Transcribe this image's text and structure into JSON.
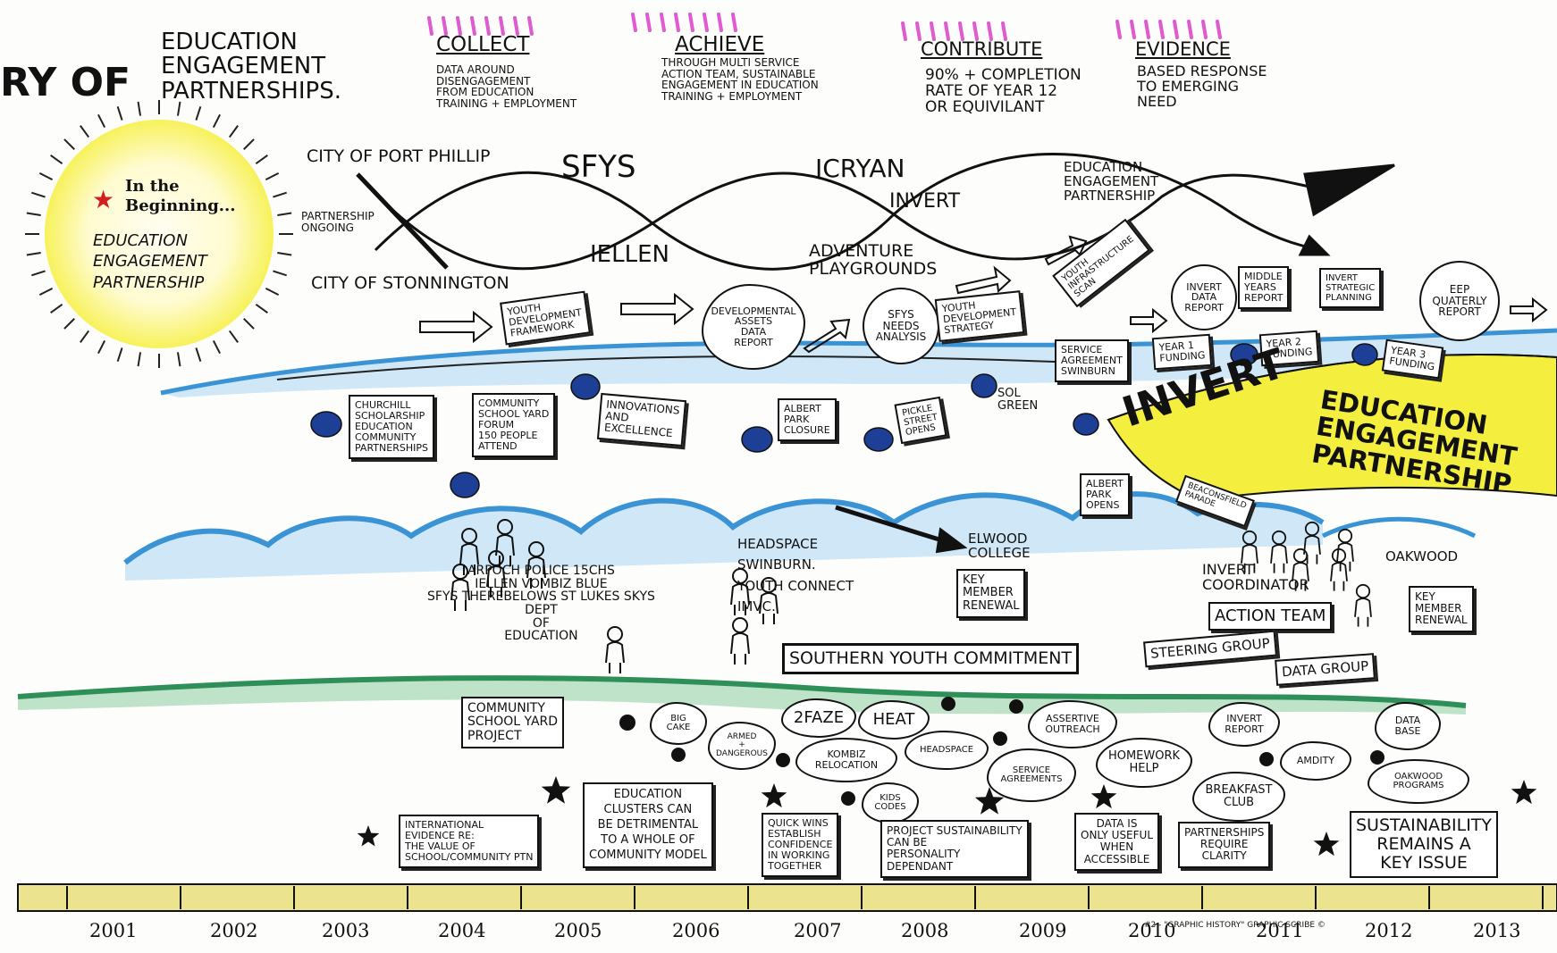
{
  "title_partial": "RY OF",
  "title_right": "EDUCATION\nENGAGEMENT\nPARTNERSHIPS.",
  "headers": [
    {
      "heading": "COLLECT",
      "text": "DATA AROUND\nDISENGAGEMENT\nFROM EDUCATION\nTRAINING + EMPLOYMENT"
    },
    {
      "heading": "ACHIEVE",
      "text": "THROUGH MULTI SERVICE\nACTION TEAM, SUSTAINABLE\nENGAGEMENT IN EDUCATION\nTRAINING + EMPLOYMENT"
    },
    {
      "heading": "CONTRIBUTE",
      "text": "90% + COMPLETION\nRATE OF YEAR 12\nOR EQUIVILANT"
    },
    {
      "heading": "EVIDENCE",
      "text": "BASED RESPONSE\nTO EMERGING\nNEED"
    }
  ],
  "sun": {
    "line1": "In the",
    "line2": "Beginning...",
    "text": "EDUCATION\nENGAGEMENT\nPARTNERSHIP"
  },
  "strands": {
    "city_top": "CITY OF PORT PHILLIP",
    "city_bottom": "CITY OF STONNINGTON",
    "partnership_ongoing": "PARTNERSHIP\nONGOING",
    "sfys": "SFYS",
    "icryan": "ICRYAN",
    "invert": "INVERT",
    "iellen": "IELLEN",
    "eep": "EDUCATION\nENGAGEMENT\nPARTNERSHIP",
    "adventure": "ADVENTURE\nPLAYGROUNDS"
  },
  "row1": [
    "YOUTH\nDEVELOPMENT\nFRAMEWORK",
    "DEVELOPMENTAL\nASSETS\nDATA\nREPORT",
    "SFYS\nNEEDS\nANALYSIS",
    "YOUTH\nDEVELOPMENT\nSTRATEGY",
    "YOUTH\nINFRASTRUCTURE\nSCAN",
    "INVERT\nDATA\nREPORT",
    "MIDDLE\nYEARS\nREPORT",
    "INVERT\nSTRATEGIC\nPLANNING",
    "EEP\nQUATERLY\nREPORT"
  ],
  "river_items": [
    "SERVICE\nAGREEMENT\nSWINBURN",
    "YEAR 1\nFUNDING",
    "YEAR 2\nFUNDING",
    "YEAR 3\nFUNDING"
  ],
  "row2": [
    "CHURCHILL\nSCHOLARSHIP\nEDUCATION\nCOMMUNITY\nPARTNERSHIPS",
    "COMMUNITY\nSCHOOL YARD\nFORUM\n150 PEOPLE\nATTEND",
    "INNOVATIONS\nAND\nEXCELLENCE",
    "ALBERT\nPARK\nCLOSURE",
    "PICKLE\nSTREET\nOPENS",
    "SOL\nGREEN"
  ],
  "banner": {
    "invert": "INVERT",
    "eep": "EDUCATION\nENGAGEMENT\nPARTNERSHIP"
  },
  "signs": {
    "albert_park_opens": "ALBERT\nPARK\nOPENS",
    "beaconsfield": "BEACONSFIELD\nPARADE"
  },
  "people_labels": {
    "left": "ARPOCH  POLICE  15CHS\nIELLEN   VOMBIZ   BLUE\nSFYS  THEREBELOWS  ST LUKES  SKYS\nDEPT\nOF\nEDUCATION",
    "mid": "HEADSPACE\nSWINBURN.\nYOUTH CONNECT\nIMVC.",
    "elwood": "ELWOOD\nCOLLEGE",
    "key_member_1": "KEY\nMEMBER\nRENEWAL",
    "invert_coordinator": "INVERT\nCOORDINATOR",
    "oakwood": "OAKWOOD",
    "key_member_2": "KEY\nMEMBER\nRENEWAL"
  },
  "groups": {
    "southern": "SOUTHERN YOUTH COMMITMENT",
    "action": "ACTION TEAM",
    "steering": "STEERING GROUP",
    "data": "DATA GROUP"
  },
  "programs": [
    "COMMUNITY\nSCHOOL YARD\nPROJECT",
    "BIG\nCAKE",
    "ARMED\n+\nDANGEROUS",
    "2FAZE",
    "HEAT",
    "ASSERTIVE\nOUTREACH",
    "INVERT\nREPORT",
    "DATA\nBASE",
    "KOMBIZ\nRELOCATION",
    "HEADSPACE",
    "SERVICE\nAGREEMENTS",
    "HOMEWORK\nHELP",
    "AMDITY",
    "BREAKFAST\nCLUB",
    "OAKWOOD\nPROGRAMS",
    "KIDS\nCODES"
  ],
  "lessons": [
    "INTERNATIONAL\nEVIDENCE RE:\nTHE VALUE OF\nSCHOOL/COMMUNITY PTN",
    "EDUCATION\nCLUSTERS CAN\nBE DETRIMENTAL\nTO A WHOLE OF\nCOMMUNITY MODEL",
    "QUICK WINS\nESTABLISH\nCONFIDENCE\nIN WORKING\nTOGETHER",
    "PROJECT SUSTAINABILITY\nCAN BE\nPERSONALITY\nDEPENDANT",
    "DATA IS\nONLY USEFUL\nWHEN\nACCESSIBLE",
    "PARTNERSHIPS\nREQUIRE\nCLARITY",
    "SUSTAINABILITY\nREMAINS A\nKEY ISSUE"
  ],
  "years": [
    "2001",
    "2002",
    "2003",
    "2004",
    "2005",
    "2006",
    "2007",
    "2008",
    "2009",
    "2010",
    "2011",
    "2012",
    "2013"
  ],
  "credit": "#2 - \"GRAPHIC HISTORY\" GRAPHIC SCRIBE ©",
  "colors": {
    "sun": "#f7f25a",
    "river": "#5aa9dc",
    "banner": "#f4ef3f",
    "grass": "#2e8f58",
    "timeline": "#ece38e",
    "dot": "#1d3f96",
    "pink": "#e05ad0"
  }
}
